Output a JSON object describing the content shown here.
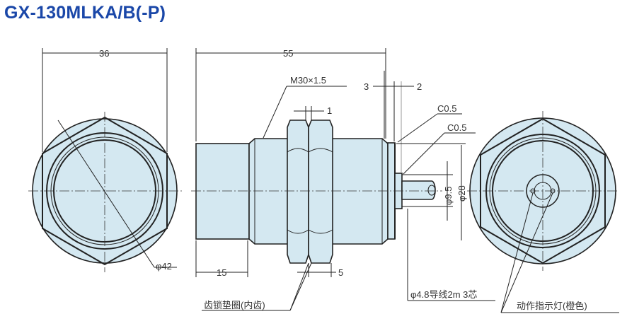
{
  "title": "GX-130MLKA/B(-P)",
  "colors": {
    "title": "#1a47a8",
    "body_fill": "#d4e8f1"
  },
  "dimensions": {
    "width_36": "36",
    "length_55": "55",
    "thread": "M30×1.5",
    "dim_1": "1",
    "dim_3": "3",
    "dim_2": "2",
    "chamfer_1": "C0.5",
    "chamfer_2": "C0.5",
    "dia_9_5": "φ9.5",
    "dia_28": "φ28",
    "dia_42": "φ42",
    "dim_15": "15",
    "dim_5": "5"
  },
  "labels": {
    "lock_washer": "齿锁垫圈(内齿)",
    "cable": "φ4.8导线2m 3芯",
    "indicator": "动作指示灯(橙色)"
  }
}
